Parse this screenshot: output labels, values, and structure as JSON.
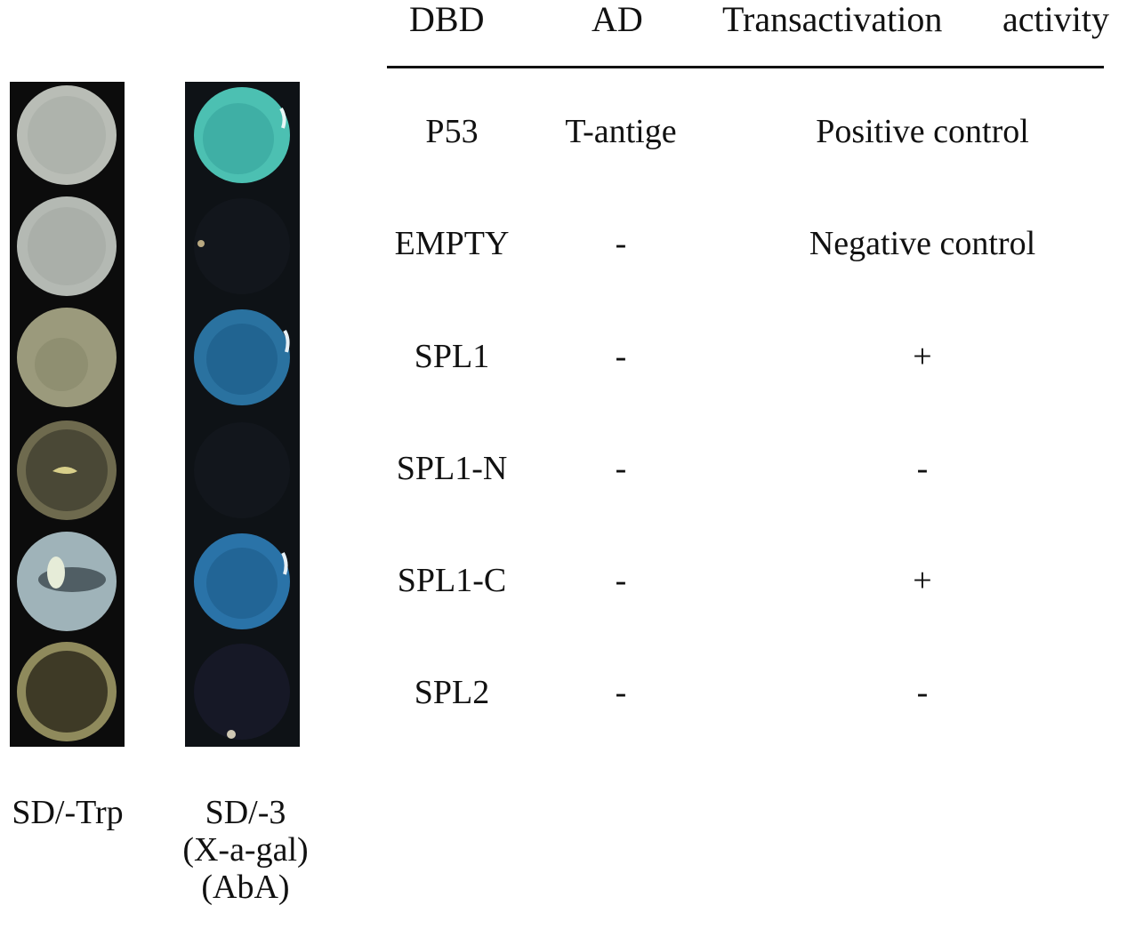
{
  "table": {
    "headers": {
      "dbd": "DBD",
      "ad": "AD",
      "transactivation": "Transactivation",
      "activity": "activity"
    },
    "rows": [
      {
        "dbd": "P53",
        "ad": "T-antige",
        "result": "Positive control"
      },
      {
        "dbd": "EMPTY",
        "ad": "-",
        "result": "Negative control"
      },
      {
        "dbd": "SPL1",
        "ad": "-",
        "result": "+"
      },
      {
        "dbd": "SPL1-N",
        "ad": "-",
        "result": "-"
      },
      {
        "dbd": "SPL1-C",
        "ad": "-",
        "result": "+"
      },
      {
        "dbd": "SPL2",
        "ad": "-",
        "result": "-"
      }
    ]
  },
  "plates": {
    "trp_label": "SD/-Trp",
    "sd3_label": [
      "SD/-3",
      "(X-a-gal)",
      "(AbA)"
    ],
    "trp_colony_colors": [
      "#b9bdb6",
      "#b4b9b3",
      "#9b9a7c",
      "#6e6a4e",
      "#9fb3b9",
      "#8f8a5c"
    ],
    "sd3_colony_colors": [
      "#4cc0b2",
      "#12161c",
      "#2a72a0",
      "#12161c",
      "#2a73a8",
      "#161826"
    ]
  }
}
